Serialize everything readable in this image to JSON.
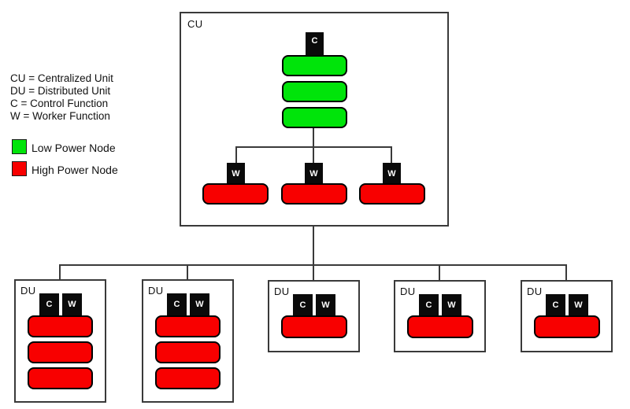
{
  "legend": {
    "definitions": [
      "CU = Centralized Unit",
      "DU = Distributed Unit",
      "C = Control Function",
      "W = Worker Function"
    ],
    "items": [
      {
        "swatch_color": "#00e40a",
        "label": "Low Power Node"
      },
      {
        "swatch_color": "#f80000",
        "label": "High Power Node"
      }
    ]
  },
  "cu": {
    "label": "CU",
    "control_tab": "C",
    "worker_tabs": [
      "W",
      "W",
      "W"
    ]
  },
  "dus": [
    {
      "label": "DU",
      "control_tab": "C",
      "worker_tab": "W"
    },
    {
      "label": "DU",
      "control_tab": "C",
      "worker_tab": "W"
    },
    {
      "label": "DU",
      "control_tab": "C",
      "worker_tab": "W"
    },
    {
      "label": "DU",
      "control_tab": "C",
      "worker_tab": "W"
    },
    {
      "label": "DU",
      "control_tab": "C",
      "worker_tab": "W"
    }
  ],
  "colors": {
    "low_power_green": "#00e40a",
    "high_power_red": "#f80000",
    "function_tab_black": "#0a0a0a",
    "connector_gray": "#3a3a3a"
  }
}
